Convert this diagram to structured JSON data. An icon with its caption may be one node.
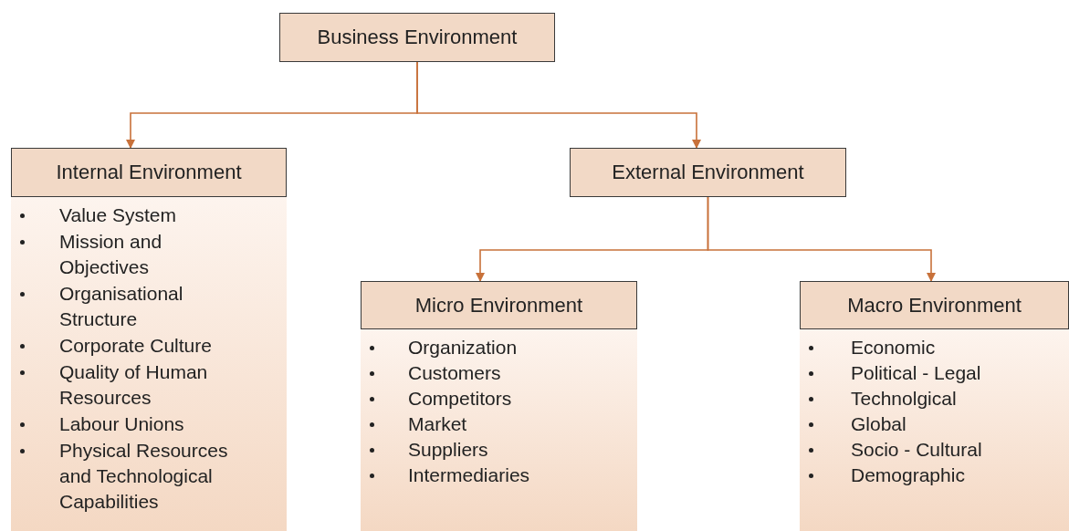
{
  "diagram": {
    "nodes": [
      {
        "text": [
          "Business Environment"
        ]
      },
      {
        "text": [
          "Internal Environment",
          "Value System",
          "Mission and Objectives",
          "Organisational Structure",
          "Corporate Culture",
          "Quality of Human Resources",
          "Labour Unions",
          "Physical Resources and Technological Capabilities"
        ]
      },
      {
        "text": [
          "External Environment"
        ]
      },
      {
        "text": [
          "Micro Environment",
          "Organization",
          "Customers",
          "Competitors",
          "Market",
          "Suppliers",
          "Intermediaries"
        ]
      },
      {
        "text": [
          "Macro Environment",
          "Economic",
          "Political - Legal",
          "Technolgical",
          "Global",
          "Socio - Cultural",
          "Demographic"
        ]
      }
    ],
    "edges": [
      {
        "from": 0,
        "to": 1,
        "arrow": "to"
      },
      {
        "from": 0,
        "to": 2,
        "arrow": "to"
      },
      {
        "from": 2,
        "to": 3,
        "arrow": "to"
      },
      {
        "from": 2,
        "to": 4,
        "arrow": "to"
      }
    ]
  }
}
